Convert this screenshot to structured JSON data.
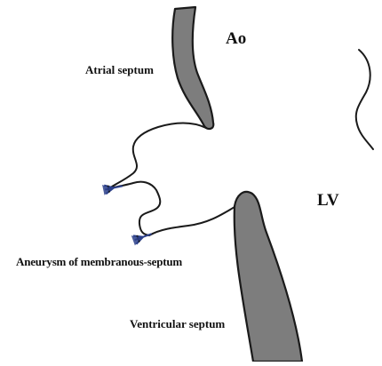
{
  "labels": {
    "aorta": "Ao",
    "left_ventricle": "LV",
    "atrial_septum": "Atrial septum",
    "aneurysm": "Aneurysm of membranous-septum",
    "ventricular_septum": "Ventricular septum"
  },
  "colors": {
    "septum_fill": "#7d7d7d",
    "outline": "#1a1a1a",
    "clip": "#2b3f8a"
  }
}
